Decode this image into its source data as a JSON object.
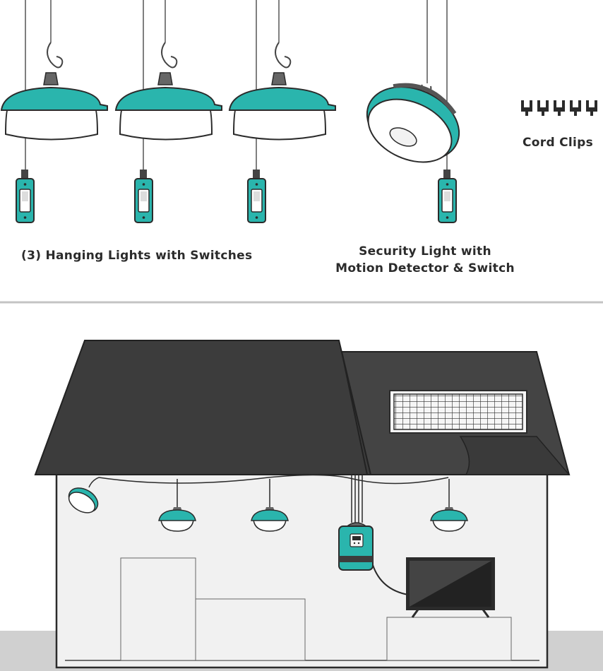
{
  "labels": {
    "hanging_lights": "(3) Hanging Lights with Switches",
    "security_line1": "Security Light with",
    "security_line2": "Motion Detector & Switch",
    "cord_clips": "Cord Clips"
  },
  "colors": {
    "teal": "#2ab5ad",
    "teal_dark": "#1d8f89",
    "outline": "#2b2b2b",
    "roof": "#3c3c3c",
    "wall": "#f1f1f1",
    "ground": "#d0d0d0",
    "divider": "#c4c4c4"
  }
}
